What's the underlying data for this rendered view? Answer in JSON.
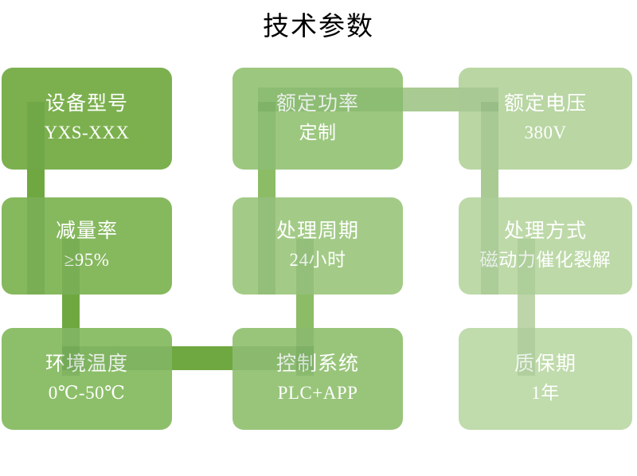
{
  "slide": {
    "title": "技术参数",
    "background": "#ffffff"
  },
  "palette": {
    "green_dark": "#7cb04f",
    "green_mid": "#8fbf6b",
    "green_light": "#a8cd8a",
    "green_lighter": "#b9d6a3",
    "green_pale": "#c3ddaf",
    "connector_dark": "#6fa840",
    "connector_mid": "#8cbd66",
    "connector_light": "#a9ca92",
    "connector_pale": "#bdd5a9",
    "text": "#ffffff",
    "title_text": "#000000"
  },
  "cards": [
    {
      "id": "device-model",
      "title": "设备型号",
      "value": "YXS-XXX",
      "color": "#7cb04f"
    },
    {
      "id": "rated-power",
      "title": "额定功率",
      "value": "定制",
      "color": "#9cc77f"
    },
    {
      "id": "rated-voltage",
      "title": "额定电压",
      "value": "380V",
      "color": "#b9d6a3"
    },
    {
      "id": "reduction-rate",
      "title": "减量率",
      "value": "≥95%",
      "color": "#86b85e"
    },
    {
      "id": "treatment-cycle",
      "title": "处理周期",
      "value": "24小时",
      "color": "#a3cb87"
    },
    {
      "id": "treatment-method",
      "title": "处理方式",
      "value": "磁动力催化裂解",
      "color": "#bdd9a8"
    },
    {
      "id": "ambient-temp",
      "title": "环境温度",
      "value": "0℃-50℃",
      "color": "#8dbf6a"
    },
    {
      "id": "control-system",
      "title": "控制系统",
      "value": "PLC+APP",
      "color": "#99c57b"
    },
    {
      "id": "warranty-period",
      "title": "质保期",
      "value": "1年",
      "color": "#c0dbac"
    }
  ]
}
